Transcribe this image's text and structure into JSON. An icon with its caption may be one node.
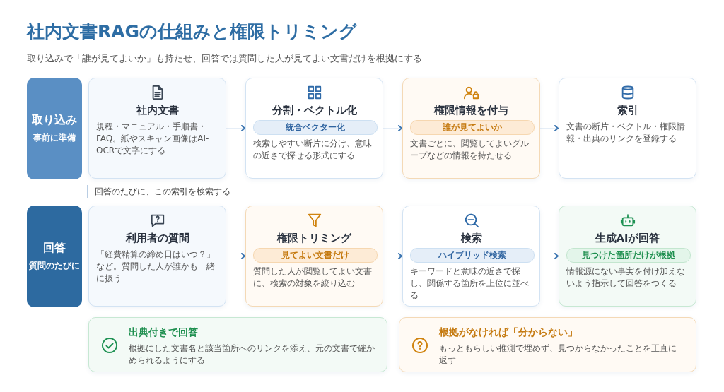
{
  "diagram": {
    "title": "社内文書RAGの仕組みと権限トリミング",
    "caption": "取り込みで「誰が見てよいか」も持たせ、回答では質問した人が見てよい文書だけを根拠にする",
    "nodes": [
      {
        "text": [
          "取り込み",
          "事前に準備"
        ]
      },
      {
        "text": [
          "社内文書",
          "規程・マニュアル・手順書・FAQ。紙やスキャン画像はAI-OCRで文字にする"
        ]
      },
      {
        "text": [
          "分割・ベクトル化",
          "統合ベクター化",
          "検索しやすい断片に分け、意味の近さで探せる形式にする"
        ]
      },
      {
        "text": [
          "権限情報を付与",
          "誰が見てよいか",
          "文書ごとに、閲覧してよいグループなどの情報を持たせる"
        ]
      },
      {
        "text": [
          "索引",
          "文書の断片・ベクトル・権限情報・出典のリンクを登録する"
        ]
      },
      {
        "text": [
          "回答",
          "質問のたびに"
        ]
      },
      {
        "text": [
          "利用者の質問",
          "「経費精算の締め日はいつ？」など。質問した人が誰かも一緒に扱う"
        ]
      },
      {
        "text": [
          "権限トリミング",
          "見てよい文書だけ",
          "質問した人が閲覧してよい文書に、検索の対象を絞り込む"
        ]
      },
      {
        "text": [
          "検索",
          "ハイブリッド検索",
          "キーワードと意味の近さで探し、関係する箇所を上位に並べる"
        ]
      },
      {
        "text": [
          "生成AIが回答",
          "見つけた箇所だけが根拠",
          "情報源にない事実を付け加えないよう指示して回答をつくる"
        ]
      },
      {
        "text": [
          "出典付きで回答",
          "根拠にした文書名と該当箇所へのリンクを添え、元の文書で確かめられるようにする"
        ]
      },
      {
        "text": [
          "根拠がなければ「分からない」",
          "もっともらしい推測で埋めず、見つからなかったことを正直に返す"
        ]
      }
    ],
    "edges": [
      {
        "from": 1,
        "to": 2,
        "arrow": "to"
      },
      {
        "from": 2,
        "to": 3,
        "arrow": "to"
      },
      {
        "from": 3,
        "to": 4,
        "arrow": "to"
      },
      {
        "from": 6,
        "to": 7,
        "arrow": "to"
      },
      {
        "from": 7,
        "to": 8,
        "arrow": "to"
      },
      {
        "from": 8,
        "to": 9,
        "arrow": "to"
      }
    ],
    "labels": [
      "回答のたびに、この索引を検索する"
    ]
  }
}
